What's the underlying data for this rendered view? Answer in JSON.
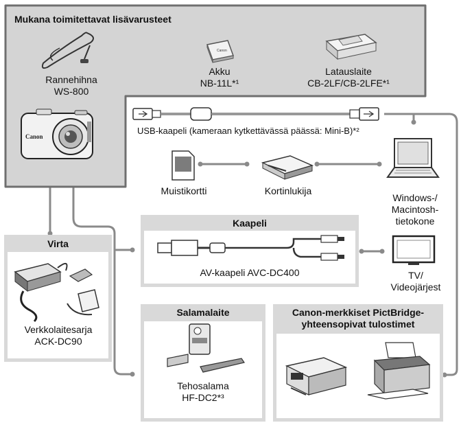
{
  "included_section": {
    "title": "Mukana toimitettavat lisävarusteet",
    "strap": {
      "line1": "Rannehihna",
      "line2": "WS-800"
    },
    "battery": {
      "line1": "Akku",
      "line2": "NB-11L*¹"
    },
    "charger": {
      "line1": "Latauslaite",
      "line2": "CB-2LF/CB-2LFE*¹"
    },
    "camera_brand": "Canon"
  },
  "usb_cable": {
    "label": "USB-kaapeli (kameraan kytkettävässä päässä: Mini-B)*²"
  },
  "memory_card": {
    "label": "Muistikortti"
  },
  "card_reader": {
    "label": "Kortinlukija"
  },
  "computer": {
    "line1": "Windows-/",
    "line2": "Macintosh-",
    "line3": "tietokone"
  },
  "power_section": {
    "title": "Virta",
    "line1": "Verkkolaitesarja",
    "line2": "ACK-DC90"
  },
  "cable_section": {
    "title": "Kaapeli",
    "label": "AV-kaapeli AVC-DC400"
  },
  "tv": {
    "line1": "TV/",
    "line2": "Videojärjest"
  },
  "flash_section": {
    "title": "Salamalaite",
    "line1": "Tehosalama",
    "line2": "HF-DC2*³"
  },
  "printer_section": {
    "title_line1": "Canon-merkkiset PictBridge-",
    "title_line2": "yhteensopivat tulostimet"
  },
  "colors": {
    "panel_grey": "#d4d4d4",
    "border": "#6f6f6f",
    "connector": "#8a8a8a"
  }
}
